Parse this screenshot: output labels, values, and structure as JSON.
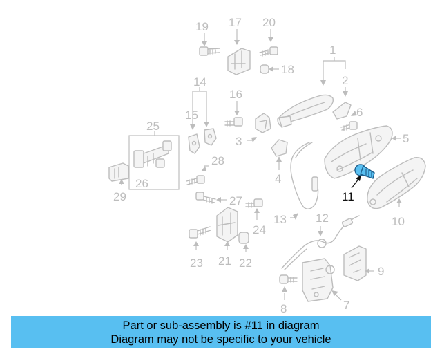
{
  "diagram": {
    "highlight_color": "#58bff1",
    "callouts": {
      "c1": "1",
      "c2": "2",
      "c3": "3",
      "c4": "4",
      "c5": "5",
      "c6": "6",
      "c7": "7",
      "c8": "8",
      "c9": "9",
      "c10": "10",
      "c11": "11",
      "c12": "12",
      "c13": "13",
      "c14": "14",
      "c15": "15",
      "c16": "16",
      "c17": "17",
      "c18": "18",
      "c19": "19",
      "c20": "20",
      "c21": "21",
      "c22": "22",
      "c23": "23",
      "c24": "24",
      "c25": "25",
      "c26": "26",
      "c27": "27",
      "c28": "28",
      "c29": "29"
    }
  },
  "banner": {
    "background": "#58bff1",
    "line1": "Part or sub-assembly is #11 in diagram",
    "line2": "Diagram may not be specific to your vehicle"
  }
}
